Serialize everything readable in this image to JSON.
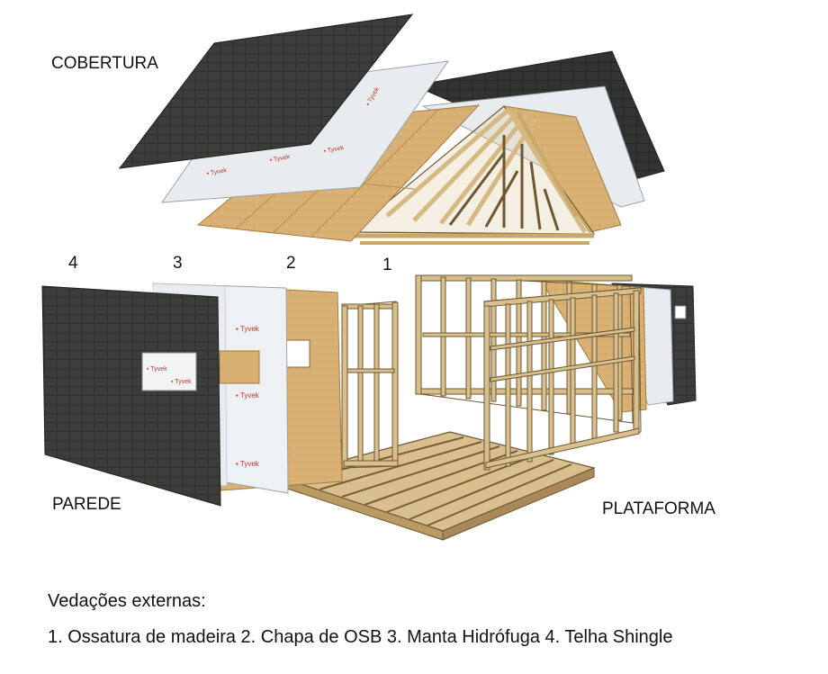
{
  "labels": {
    "roof": "COBERTURA",
    "wall": "PAREDE",
    "platform": "PLATAFORMA",
    "layer_numbers": [
      "4",
      "3",
      "2",
      "1"
    ],
    "membrane_brand": "Tyvek"
  },
  "caption": {
    "title": "Vedações externas:",
    "legend": "1. Ossatura de madeira 2. Chapa de OSB 3. Manta Hidrófuga 4. Telha Shingle"
  },
  "colors": {
    "shingle": "#3b3d3a",
    "shingle_line": "#2a2c29",
    "membrane": "#e8ecef",
    "osb": "#d9b074",
    "osb_dark": "#b98c4c",
    "timber": "#d8bf8e",
    "timber_dark": "#6e5630",
    "brand_red": "#c0392b"
  }
}
